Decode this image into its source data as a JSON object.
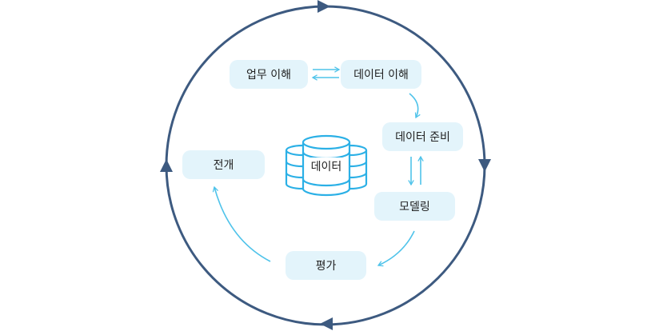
{
  "diagram": {
    "center_label": "데이터",
    "nodes": {
      "business_understanding": "업무 이해",
      "data_understanding": "데이터 이해",
      "data_preparation": "데이터 준비",
      "modeling": "모델링",
      "evaluation": "평가",
      "deployment": "전개"
    },
    "colors": {
      "cycle": "#3d5a80",
      "arrow": "#4fc3ea",
      "node_bg": "#e3f4fb",
      "database_stroke": "#2bb0e6"
    }
  }
}
